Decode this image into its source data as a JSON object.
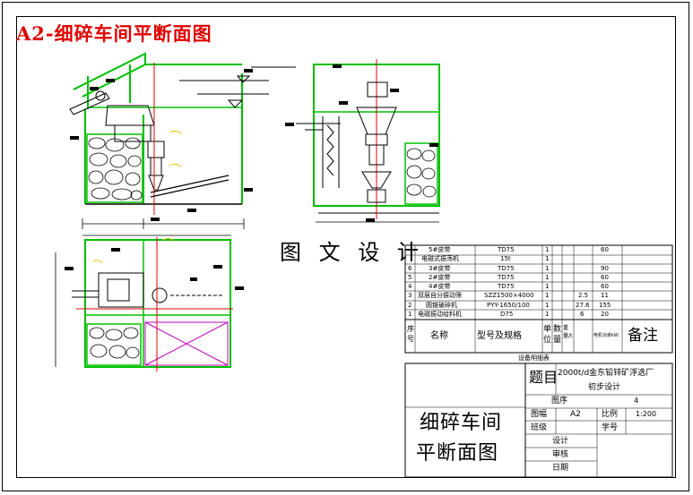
{
  "page_title": "A2-细碎车间平断面图",
  "banner": "图 文 设 计",
  "equipment_table": {
    "rows": [
      {
        "no": "",
        "name": "5#皮带",
        "spec": "TD75",
        "unit": "1",
        "qty": "",
        "weight": "",
        "note": "60"
      },
      {
        "no": "",
        "name": "电磁式振荡机",
        "spec": "15t",
        "unit": "1",
        "qty": "",
        "weight": "",
        "note": ""
      },
      {
        "no": "6",
        "name": "3#皮带",
        "spec": "TD75",
        "unit": "1",
        "qty": "",
        "weight": "",
        "note": "90"
      },
      {
        "no": "5",
        "name": "2#皮带",
        "spec": "TD75",
        "unit": "1",
        "qty": "",
        "weight": "",
        "note": "60"
      },
      {
        "no": "4",
        "name": "4#皮带",
        "spec": "TD75",
        "unit": "1",
        "qty": "",
        "weight": "",
        "note": "60"
      },
      {
        "no": "3",
        "name": "双层自分振动筛",
        "spec": "SZZ1500×4000",
        "unit": "1",
        "qty": "",
        "weight": "2.5",
        "note": "11"
      },
      {
        "no": "2",
        "name": "圆锥破碎机",
        "spec": "PYY-1650/100",
        "unit": "1",
        "qty": "",
        "weight": "27.6",
        "note": "155"
      },
      {
        "no": "1",
        "name": "电磁振动给料机",
        "spec": "D75",
        "unit": "1",
        "qty": "",
        "weight": "6",
        "note": "20"
      }
    ],
    "header": {
      "no": "序号",
      "name": "名称",
      "spec": "型号及规格",
      "unit": "单位",
      "qty": "数量",
      "weight": "重量/t",
      "power": "电机功率kW",
      "remark": "备注"
    },
    "caption": "设备明细表"
  },
  "title_block": {
    "title_label": "题目",
    "project": "2000t/d金东铅锌矿浮选厂",
    "project_sub": "初步设计",
    "drawing_no_label": "图序",
    "drawing_no": "4",
    "format_label": "图幅",
    "format": "A2",
    "scale_label": "比例",
    "scale": "1:200",
    "class_label": "班级",
    "student_label": "学号",
    "design_label": "设计",
    "review_label": "审核",
    "date_label": "日期",
    "drawing_name_line1": "细碎车间",
    "drawing_name_line2": "平断面图"
  },
  "colors": {
    "title_red": "#e00000",
    "wall_green": "#00c000",
    "axis_red": "#e00000",
    "magenta": "#c000c0",
    "callout_yellow": "#e0c000",
    "line": "#000000"
  }
}
